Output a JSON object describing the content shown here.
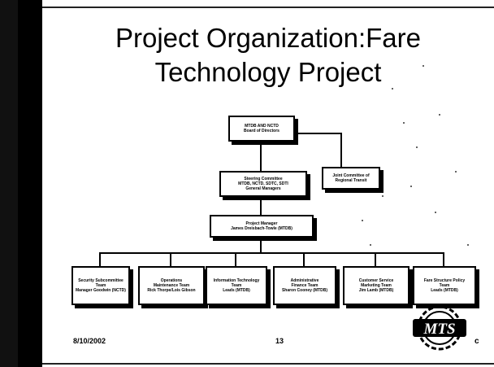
{
  "slide": {
    "title": "Project Organization:Fare Technology Project",
    "footer": {
      "date": "8/10/2002",
      "page_number": "13",
      "corner_mark": "c"
    },
    "logo_text": "MTS"
  },
  "org_chart": {
    "board": {
      "line1": "MTDB AND NCTD",
      "line2": "Board of Directors"
    },
    "steering": {
      "line1": "Steering Committee",
      "line2": "MTDB, NCTD, SDTC, SDTI",
      "line3": "General Managers"
    },
    "joint_committee": {
      "line1": "Joint Committee of",
      "line2": "Regional Transit"
    },
    "project_manager": {
      "line1": "Project Manager",
      "line2": "James Dreisbach-Towle (MTDB)"
    },
    "teams": [
      {
        "line1": "Security Subcommittee",
        "line2": "Team",
        "line3": "Manager Goodwin (NCTD)"
      },
      {
        "line1": "Operations",
        "line2": "Maintenance Team",
        "line3": "Rick Thorpe/Lois Gibson"
      },
      {
        "line1": "Information Technology",
        "line2": "Team",
        "line3": "Leads (MTDB)"
      },
      {
        "line1": "Administrative",
        "line2": "Finance Team",
        "line3": "Sharon Cooney (MTDB)"
      },
      {
        "line1": "Customer Service",
        "line2": "Marketing Team",
        "line3": "Jim Lamb (MTDB)"
      },
      {
        "line1": "Fare Structure Policy",
        "line2": "Team",
        "line3": "Leads (MTDB)"
      }
    ]
  }
}
